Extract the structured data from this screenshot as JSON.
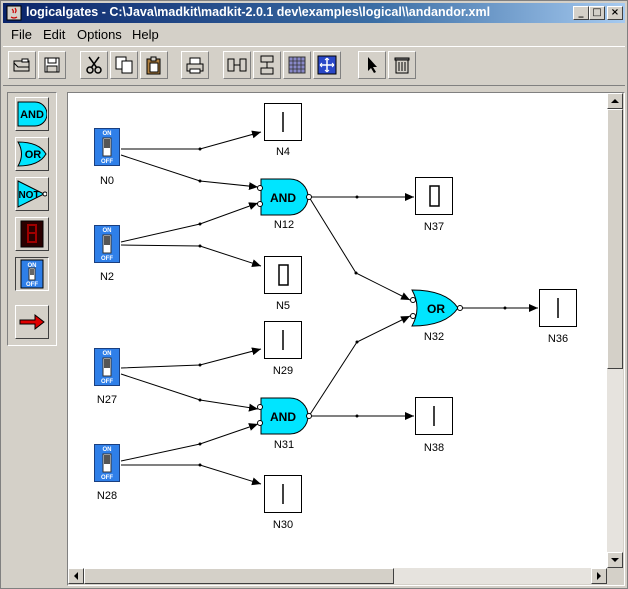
{
  "window": {
    "title": "logicalgates - C:\\Java\\madkit\\madkit-2.0.1 dev\\examples\\logical\\\\andandor.xml",
    "buttons": [
      "minimize",
      "maximize",
      "close"
    ]
  },
  "menu": [
    "File",
    "Edit",
    "Options",
    "Help"
  ],
  "toolbar": [
    "open-icon",
    "save-icon",
    "cut-icon",
    "copy-icon",
    "paste-icon",
    "print-icon",
    "align-horizontal-icon",
    "align-vertical-icon",
    "grid-icon",
    "layout-icon",
    "select-arrow-icon",
    "trash-icon"
  ],
  "palette": {
    "and": "AND",
    "or": "OR",
    "not": "NOT",
    "on": "ON",
    "off": "OFF"
  },
  "circuit": {
    "switches": [
      {
        "id": "N0",
        "on": "ON",
        "off": "OFF"
      },
      {
        "id": "N2",
        "on": "ON",
        "off": "OFF"
      },
      {
        "id": "N27",
        "on": "ON",
        "off": "OFF"
      },
      {
        "id": "N28",
        "on": "ON",
        "off": "OFF"
      }
    ],
    "gates": [
      {
        "id": "N12",
        "type": "AND"
      },
      {
        "id": "N31",
        "type": "AND"
      },
      {
        "id": "N32",
        "type": "OR"
      }
    ],
    "displays": [
      {
        "id": "N4",
        "digit": "1"
      },
      {
        "id": "N5",
        "digit": "0"
      },
      {
        "id": "N29",
        "digit": "1"
      },
      {
        "id": "N30",
        "digit": "1"
      },
      {
        "id": "N37",
        "digit": "0"
      },
      {
        "id": "N38",
        "digit": "1"
      },
      {
        "id": "N36",
        "digit": "1"
      }
    ]
  },
  "colors": {
    "gate_fill": "#00e5ff",
    "switch_blue": "#2f7fe8",
    "title_bar": "#0a246a"
  }
}
